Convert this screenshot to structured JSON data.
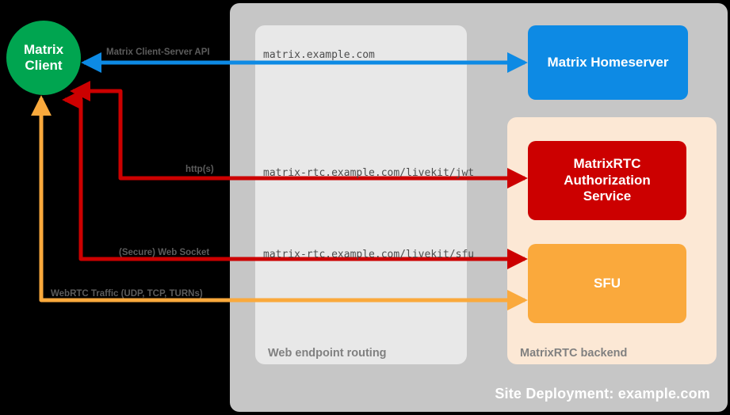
{
  "diagram": {
    "title": "Site Deployment: example.com",
    "colors": {
      "background": "#000000",
      "site_container": "#c6c6c6",
      "routing_container": "#e8e8e8",
      "backend_container": "#fce8d5",
      "client": "#00a550",
      "homeserver": "#0d8ae4",
      "auth_service": "#cc0000",
      "sfu": "#faa93c",
      "arrow_blue": "#0d8ae4",
      "arrow_red": "#cc0000",
      "arrow_orange": "#faa93c"
    }
  },
  "client": {
    "name": "matrix-client",
    "line1": "Matrix",
    "line2": "Client"
  },
  "containers": {
    "site": {
      "label": "Site Deployment: example.com"
    },
    "routing": {
      "label": "Web endpoint routing"
    },
    "backend": {
      "label": "MatrixRTC backend"
    }
  },
  "nodes": [
    {
      "id": "matrix-homeserver",
      "label": "Matrix Homeserver",
      "color": "#0d8ae4"
    },
    {
      "id": "matrixrtc-auth-service",
      "line1": "MatrixRTC",
      "line2": "Authorization",
      "line3": "Service",
      "color": "#cc0000"
    },
    {
      "id": "sfu",
      "label": "SFU",
      "color": "#faa93c"
    }
  ],
  "edges": [
    {
      "id": "cs-api",
      "protocol_label": "Matrix Client-Server API",
      "endpoint": "matrix.example.com",
      "color": "#0d8ae4",
      "from": "matrix-client",
      "to": "matrix-homeserver"
    },
    {
      "id": "jwt",
      "protocol_label": "http(s)",
      "endpoint": "matrix-rtc.example.com/livekit/jwt",
      "color": "#cc0000",
      "from": "matrix-client",
      "to": "matrixrtc-auth-service"
    },
    {
      "id": "websocket",
      "protocol_label": "(Secure) Web Socket",
      "endpoint": "matrix-rtc.example.com/livekit/sfu",
      "color": "#cc0000",
      "from": "matrix-client",
      "to": "sfu"
    },
    {
      "id": "webrtc",
      "protocol_label": "WebRTC Traffic (UDP, TCP, TURNs)",
      "endpoint": "",
      "color": "#faa93c",
      "from": "matrix-client",
      "to": "sfu"
    }
  ]
}
